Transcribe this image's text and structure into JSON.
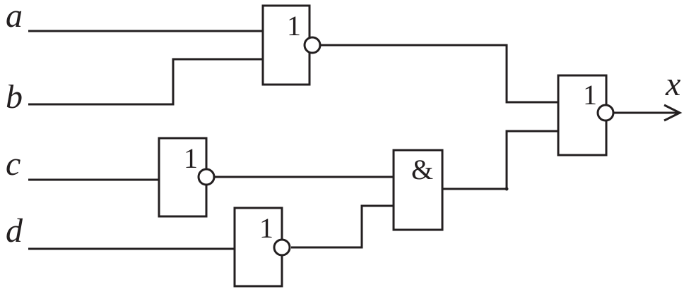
{
  "inputs": {
    "a": "a",
    "b": "b",
    "c": "c",
    "d": "d"
  },
  "output": {
    "x": "x"
  },
  "gates": {
    "nor_ab": {
      "symbol": "1"
    },
    "not_c": {
      "symbol": "1"
    },
    "not_d": {
      "symbol": "1"
    },
    "and_cd": {
      "symbol": "&"
    },
    "nor_out": {
      "symbol": "1"
    }
  },
  "colors": {
    "stroke": "#231f20",
    "background": "#ffffff"
  }
}
